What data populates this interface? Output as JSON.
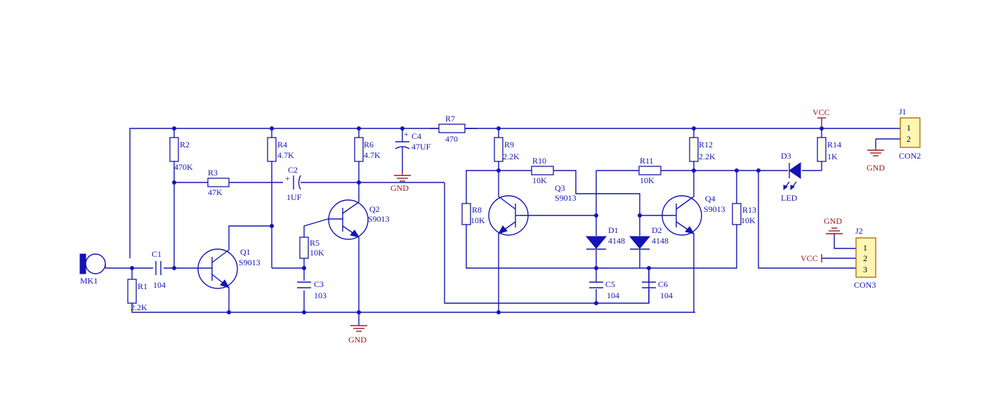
{
  "components": {
    "mk1": {
      "ref": "MK1"
    },
    "c1": {
      "ref": "C1",
      "value": "104"
    },
    "r1": {
      "ref": "R1",
      "value": "2.2K"
    },
    "r2": {
      "ref": "R2",
      "value": "470K"
    },
    "r3": {
      "ref": "R3",
      "value": "47K"
    },
    "q1": {
      "ref": "Q1",
      "value": "S9013"
    },
    "r4": {
      "ref": "R4",
      "value": "4.7K"
    },
    "c2": {
      "ref": "C2",
      "value": "1UF"
    },
    "r5": {
      "ref": "R5",
      "value": "10K"
    },
    "c3": {
      "ref": "C3",
      "value": "103"
    },
    "r6": {
      "ref": "R6",
      "value": "4.7K"
    },
    "q2": {
      "ref": "Q2",
      "value": "S9013"
    },
    "c4": {
      "ref": "C4",
      "value": "47UF"
    },
    "r7": {
      "ref": "R7",
      "value": "470"
    },
    "r8": {
      "ref": "R8",
      "value": "10K"
    },
    "r9": {
      "ref": "R9",
      "value": "2.2K"
    },
    "r10": {
      "ref": "R10",
      "value": "10K"
    },
    "q3": {
      "ref": "Q3",
      "value": "S9013"
    },
    "r11": {
      "ref": "R11",
      "value": "10K"
    },
    "d1": {
      "ref": "D1",
      "value": "4148"
    },
    "d2": {
      "ref": "D2",
      "value": "4148"
    },
    "c5": {
      "ref": "C5",
      "value": "104"
    },
    "c6": {
      "ref": "C6",
      "value": "104"
    },
    "r12": {
      "ref": "R12",
      "value": "2.2K"
    },
    "q4": {
      "ref": "Q4",
      "value": "S9013"
    },
    "r13": {
      "ref": "R13",
      "value": "10K"
    },
    "d3": {
      "ref": "D3",
      "value": "LED"
    },
    "r14": {
      "ref": "R14",
      "value": "1K"
    },
    "j1": {
      "ref": "J1",
      "value": "CON2",
      "pins": [
        "1",
        "2"
      ]
    },
    "j2": {
      "ref": "J2",
      "value": "CON3",
      "pins": [
        "1",
        "2",
        "3"
      ]
    }
  },
  "nets": {
    "gnd": "GND",
    "vcc": "VCC"
  },
  "colors": {
    "wire": "#1414b4",
    "power": "#a01818",
    "connector_fill": "#fff6b4",
    "connector_border": "#a06800"
  }
}
